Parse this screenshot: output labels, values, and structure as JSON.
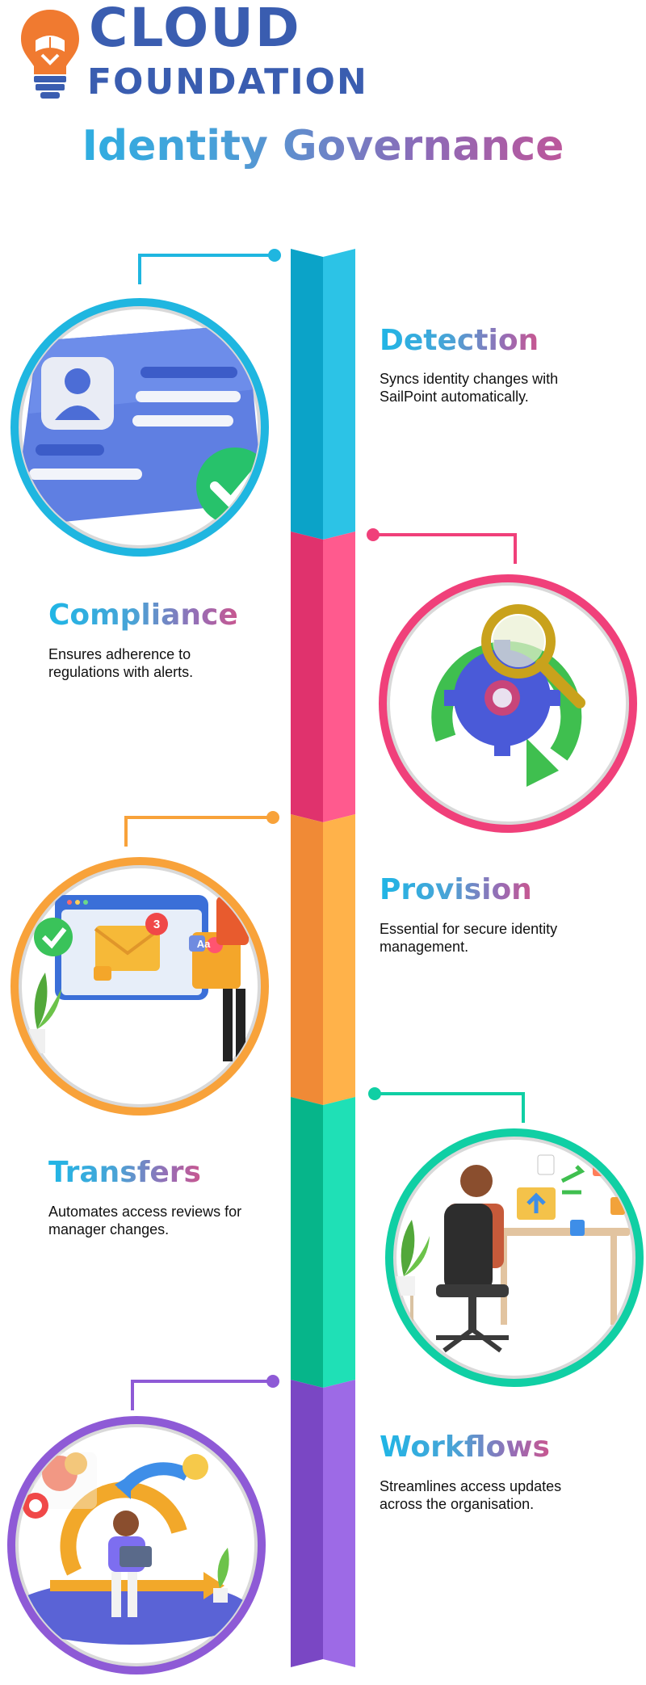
{
  "brand": {
    "line1": "CLOUD",
    "line2": "FOUNDATION"
  },
  "page_title": "Identity Governance",
  "colors": {
    "brand_blue": "#3a5db0",
    "bulb_orange": "#f07a30",
    "detection": "#1fb6e0",
    "compliance": "#f0407a",
    "provision": "#f8a23a",
    "transfers": "#10cfa4",
    "workflows": "#8e5ad6"
  },
  "steps": [
    {
      "title": "Detection",
      "desc": "Syncs identity changes with SailPoint automatically.",
      "color": "#1fb6e0",
      "icon": "id-card-icon"
    },
    {
      "title": "Compliance",
      "desc": "Ensures adherence to regulations with alerts.",
      "color": "#f0407a",
      "icon": "gear-magnifier-icon"
    },
    {
      "title": "Provision",
      "desc": "Essential for secure identity management.",
      "color": "#f8a23a",
      "icon": "secure-mail-icon"
    },
    {
      "title": "Transfers",
      "desc": "Automates access reviews for manager changes.",
      "color": "#10cfa4",
      "icon": "office-desk-icon"
    },
    {
      "title": "Workflows",
      "desc": "Streamlines access updates across the organisation.",
      "color": "#8e5ad6",
      "icon": "workflow-cycle-icon"
    }
  ],
  "illustration_text": {
    "mail_badge": "3",
    "font_tile": "Aa"
  }
}
